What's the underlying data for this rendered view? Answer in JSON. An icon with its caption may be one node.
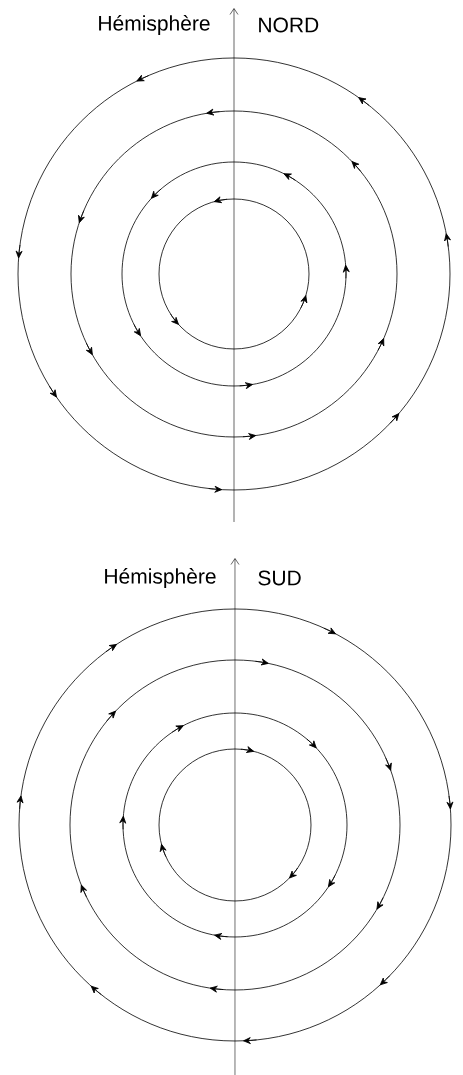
{
  "diagram": {
    "labels": [
      "Hémisphère",
      "NORD",
      "Hémisphère",
      "SUD"
    ]
  }
}
